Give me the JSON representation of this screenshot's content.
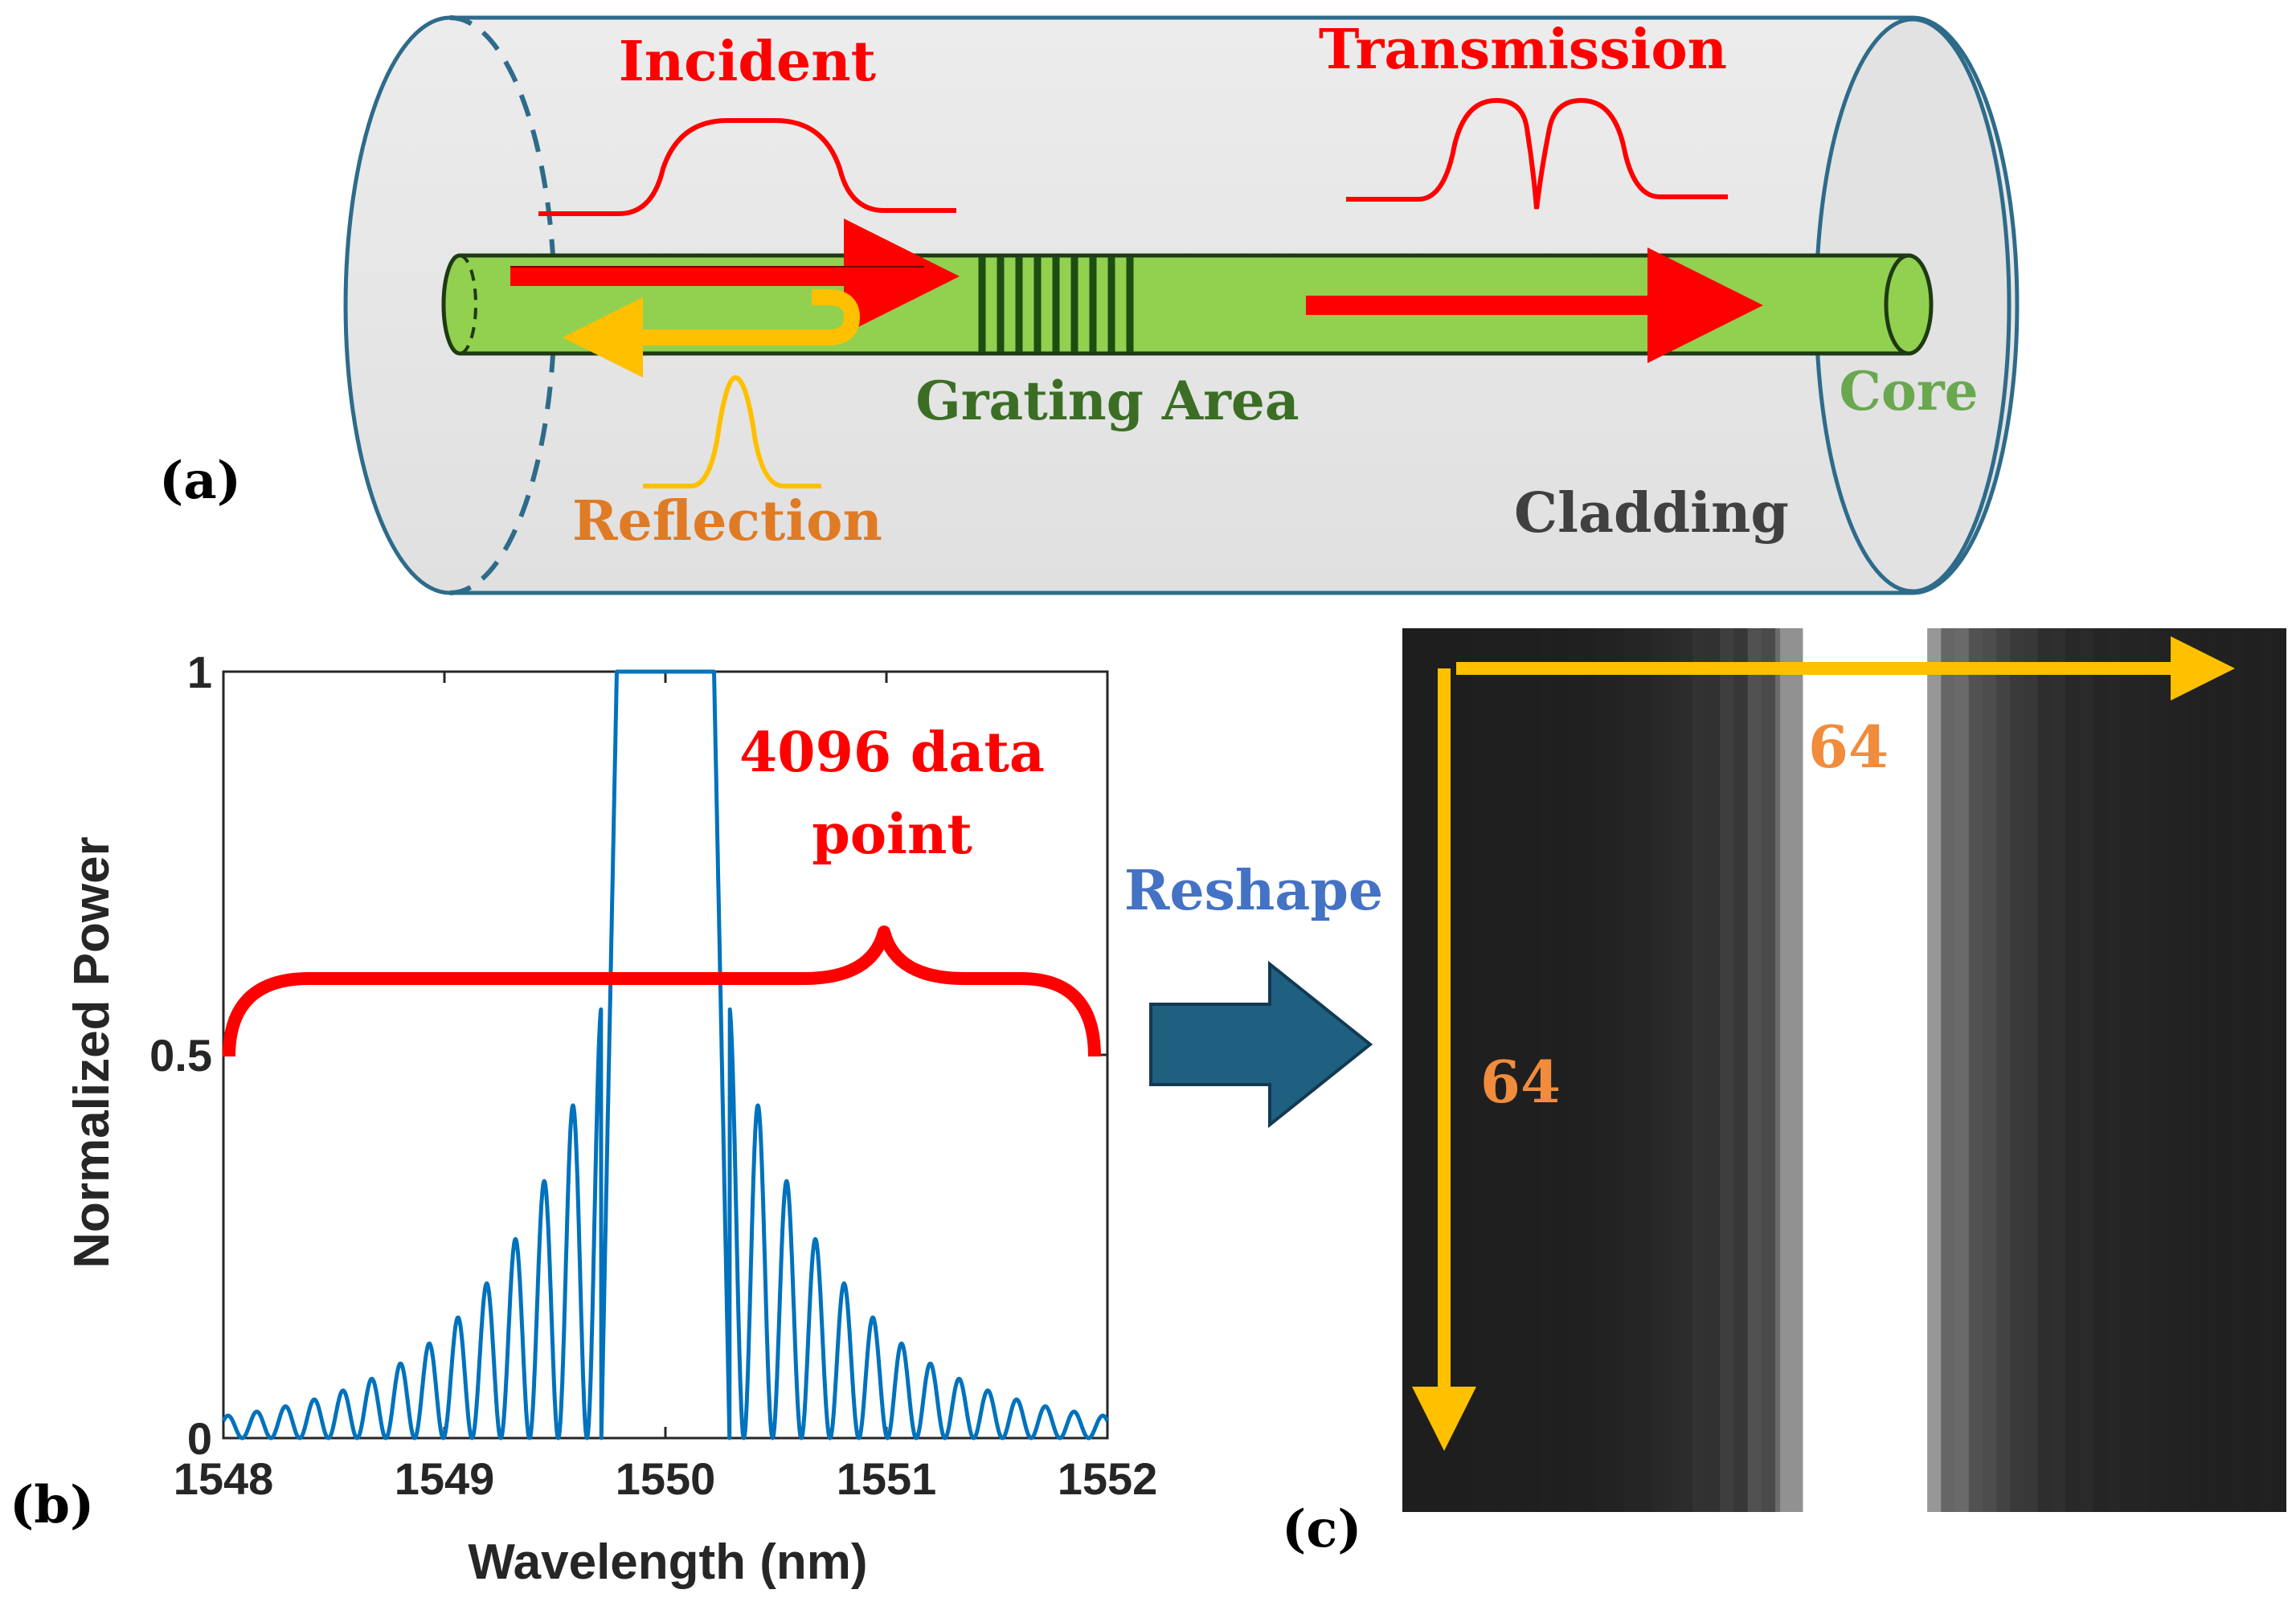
{
  "panel_a": {
    "panel_label": "(a)",
    "incident_label": "Incident",
    "transmission_label": "Transmission",
    "reflection_label": "Reflection",
    "grating_label": "Grating Area",
    "core_label": "Core",
    "cladding_label": "Cladding",
    "grating_line_count": 9
  },
  "panel_b": {
    "panel_label": "(b)",
    "annotation_line1": "4096 data",
    "annotation_line2": "point",
    "reshape_label": "Reshape"
  },
  "panel_c": {
    "panel_label": "(c)",
    "width_label": "64",
    "height_label": "64"
  },
  "colors": {
    "red": "#ff0000",
    "orange_text": "#e07b25",
    "amber_arrow": "#ffc000",
    "green_text": "#3b6e24",
    "core_green": "#92d050",
    "grating_green": "#1e4d12",
    "cladding_fill": "#e6e6e6",
    "cladding_stroke": "#2e6b8a",
    "spectrum_blue": "#0072bd",
    "reshape_blue": "#4472c4",
    "big_arrow": "#1f5f80",
    "image_orange": "#f08c3c"
  },
  "chart_data": {
    "type": "line",
    "title": "",
    "xlabel": "Wavelength (nm)",
    "ylabel": "Normalized Power",
    "xlim": [
      1548,
      1552
    ],
    "ylim": [
      0,
      1
    ],
    "xticks": [
      1548,
      1549,
      1550,
      1551,
      1552
    ],
    "yticks": [
      0,
      0.5,
      1
    ],
    "grid": false,
    "center_wavelength": 1550,
    "plateau": [
      1549.75,
      1550.25
    ],
    "series": [
      {
        "x": [
          1548.0,
          1548.15,
          1548.3,
          1548.45,
          1548.6,
          1548.75,
          1548.9,
          1549.05,
          1549.2,
          1549.35,
          1549.5,
          1549.62,
          1549.72,
          1549.85,
          1550.0,
          1550.15,
          1550.28,
          1550.38,
          1550.5,
          1550.65,
          1550.8,
          1550.95,
          1551.1,
          1551.25,
          1551.4,
          1551.55,
          1551.7,
          1551.85,
          1552.0
        ],
        "values": [
          0.015,
          0.02,
          0.025,
          0.03,
          0.035,
          0.045,
          0.055,
          0.075,
          0.11,
          0.17,
          0.29,
          0.54,
          0.1,
          1.0,
          1.0,
          1.0,
          0.1,
          0.54,
          0.29,
          0.17,
          0.11,
          0.075,
          0.055,
          0.045,
          0.035,
          0.03,
          0.025,
          0.02,
          0.015
        ]
      }
    ]
  }
}
